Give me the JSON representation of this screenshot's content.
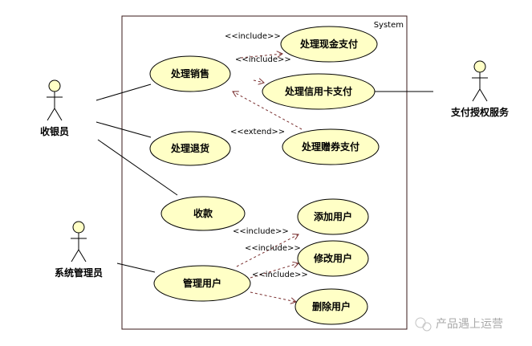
{
  "system_label": "System",
  "actors": {
    "cashier": "收银员",
    "admin": "系统管理员",
    "payment_service": "支付授权服务"
  },
  "use_cases": {
    "sales": "处理销售",
    "cash": "处理现金支付",
    "credit": "处理信用卡支付",
    "returns": "处理退货",
    "coupon": "处理赠券支付",
    "collect": "收款",
    "add_user": "添加用户",
    "edit_user": "修改用户",
    "manage_user": "管理用户",
    "delete_user": "删除用户"
  },
  "stereotypes": {
    "include_cash": "<<include>>",
    "include_credit": "<<include>>",
    "extend_coupon": "<<extend>>",
    "include_add": "<<include>>",
    "include_edit": "<<include>>",
    "include_delete": "<<include>>"
  },
  "watermark": "产品遇上运营"
}
